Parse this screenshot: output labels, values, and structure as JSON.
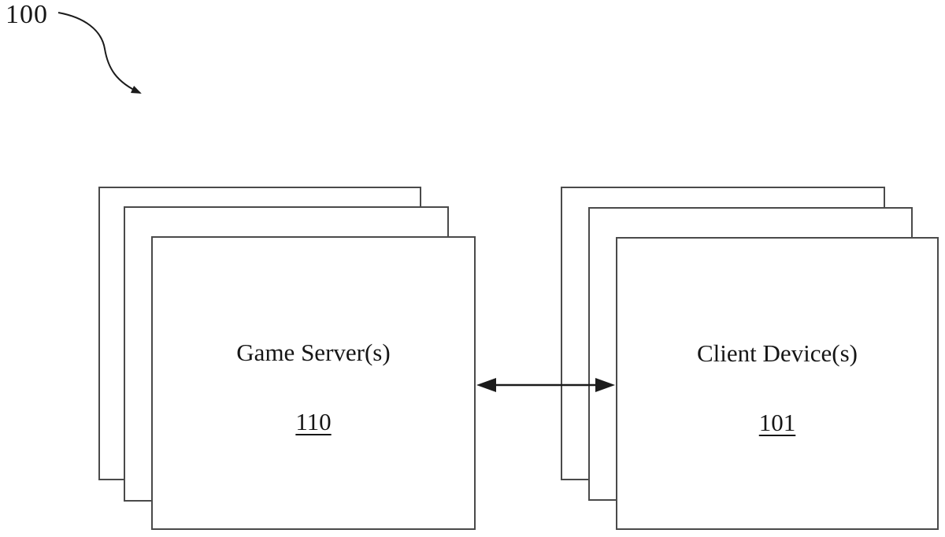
{
  "figure": {
    "reference_label": "100",
    "left_group": {
      "title": "Game Server(s)",
      "number": "110"
    },
    "right_group": {
      "title": "Client Device(s)",
      "number": "101"
    },
    "connector": {
      "type": "bidirectional-arrow"
    },
    "colors": {
      "line": "#4a4a4a",
      "text": "#161616",
      "background": "#ffffff"
    }
  }
}
